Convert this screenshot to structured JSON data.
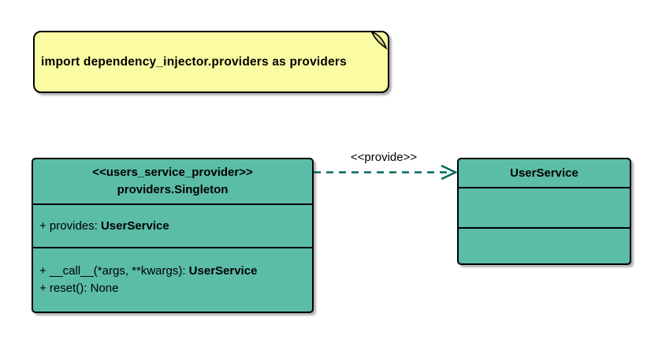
{
  "diagram": {
    "note": {
      "text": "import dependency_injector.providers as providers"
    },
    "classes": {
      "singleton": {
        "stereotype": "<<users_service_provider>>",
        "name": "providers.Singleton",
        "attributes": [
          {
            "prefix": "+ provides: ",
            "type": "UserService"
          }
        ],
        "methods": [
          {
            "prefix": "+ __call__(*args, **kwargs): ",
            "type": "UserService"
          },
          {
            "prefix": "+ reset(): None",
            "type": ""
          }
        ]
      },
      "userservice": {
        "name": "UserService",
        "attributes": [],
        "methods": []
      }
    },
    "arrow": {
      "label": "<<provide>>",
      "from": "providers.Singleton",
      "to": "UserService",
      "style": "dashed-open-arrowhead"
    }
  },
  "colors": {
    "class_fill": "#5BBCA7",
    "note_fill": "#FBFBA3",
    "note_fold": "#D9D98A",
    "arrow_color": "#00695C",
    "border_color": "#000000"
  }
}
